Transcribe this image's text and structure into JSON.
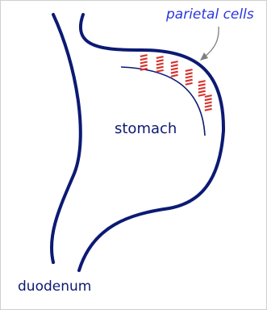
{
  "labels": {
    "parietal_cells": "parietal cells",
    "stomach": "stomach",
    "duodenum": "duodenum"
  },
  "colors": {
    "outline": "#0c1a73",
    "parietal_label": "#2a37e0",
    "parietal_cells": "#d9302a",
    "arrow": "#7f7f7f",
    "frame": "#cfcfcf",
    "background": "#ffffff"
  },
  "parietal_cell_column_count": 6
}
